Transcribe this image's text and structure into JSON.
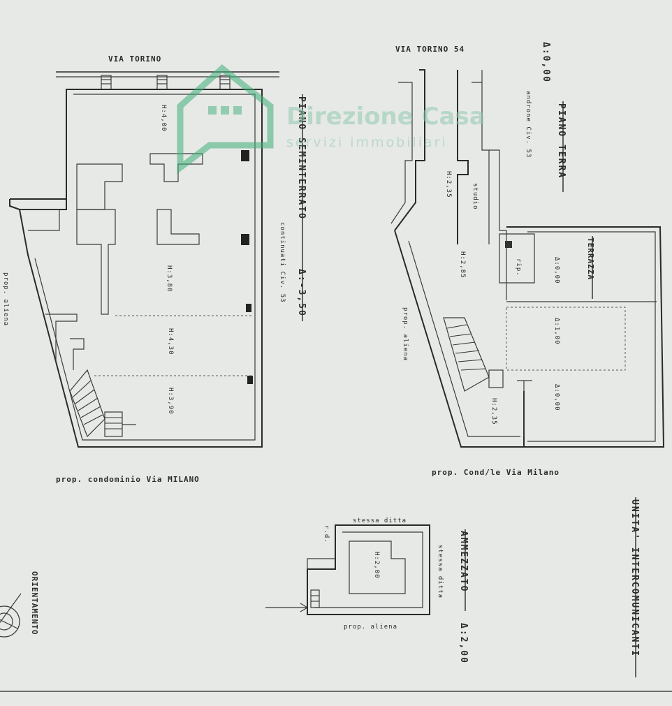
{
  "watermark": {
    "brand": "Direzione Casa",
    "tagline": "servizi immobiliari",
    "color": "#3fae7a"
  },
  "plans": {
    "seminterrato": {
      "street_label": "VIA TORINO",
      "title": "PIANO SEMINTERRATO",
      "height_tag": "Δ:-3,50",
      "note": "continuati Civ. 53",
      "heights": [
        "H:4,00",
        "H:3,80",
        "H:4,30",
        "H:3,90"
      ],
      "left_neighbor": "prop. aliena",
      "bottom_label": "prop. condominio Via MILANO"
    },
    "terra": {
      "street_label": "VIA TORINO 54",
      "title_level": "Δ:0,00",
      "title": "PIANO TERRA",
      "note": "androne Civ. 53",
      "room_studio": "studio",
      "heights": [
        "H:2,35",
        "H:2,85",
        "H:2,35"
      ],
      "terrace": "TERRAZZA",
      "terrace_values": [
        "Δ:0,00",
        "Δ:1,00",
        "Δ:0,00"
      ],
      "small_room": "rip.",
      "left_neighbor": "prop. aliena",
      "bottom_label": "prop. Cond/le Via Milano"
    },
    "ammezzato": {
      "top_label": "stessa ditta",
      "right_label": "stessa ditta",
      "room_height": "H:2,00",
      "side_mark": "r.d.",
      "title": "AMMEZZATO",
      "title_level": "Δ:2,00",
      "bottom_label": "prop. aliena"
    }
  },
  "legend": {
    "unit_title": "UNITA' INTERCOMUNICANTI",
    "orientation": "ORIENTAMENTO"
  }
}
